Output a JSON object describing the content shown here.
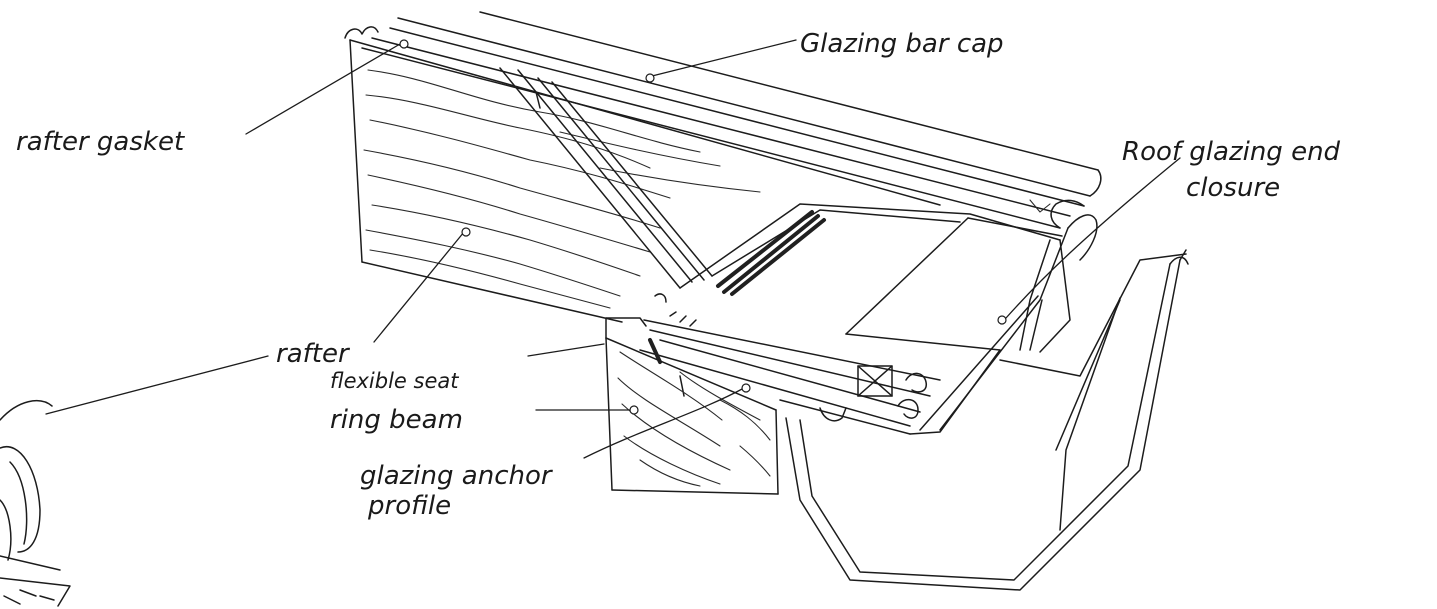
{
  "labels": {
    "glazing_bar_cap": "Glazing bar cap",
    "rafter_gasket": "rafter gasket",
    "roof_glazing_end_line1": "Roof glazing end",
    "roof_glazing_end_line2": "closure",
    "rafter": "rafter",
    "flexible_seat": "flexible seat",
    "ring_beam": "ring beam",
    "glazing_anchor_line1": "glazing anchor",
    "glazing_anchor_line2": "profile"
  }
}
